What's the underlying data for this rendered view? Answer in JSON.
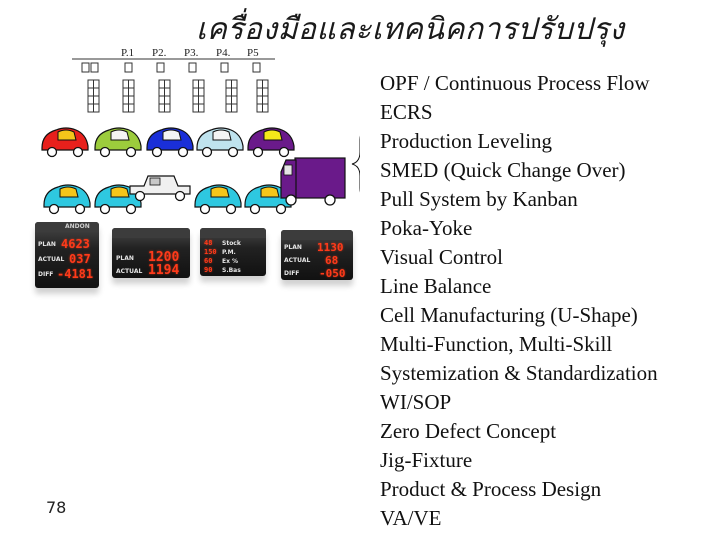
{
  "title": "เครื่องมือและเทคนิคการปรับปรุง",
  "process_labels": [
    "P.1",
    "P2.",
    "P3.",
    "P4.",
    "P5"
  ],
  "techniques": [
    "OPF / Continuous Process Flow",
    "ECRS",
    "Production Leveling",
    "SMED (Quick Change Over)",
    "Pull System by Kanban",
    "Poka-Yoke",
    "Visual Control",
    "Line Balance",
    "Cell Manufacturing (U-Shape)",
    "Multi-Function, Multi-Skill",
    "Systemization & Standardization",
    "WI/SOP",
    "Zero Defect Concept",
    "Jig-Fixture",
    "Product & Process Design",
    "VA/VE"
  ],
  "page_number": "78",
  "colors": {
    "car_row_1": [
      "#e8201c",
      "#9ccc3c",
      "#1a2fd8",
      "#bfe3ee",
      "#6a1a8a"
    ],
    "car_row_2": [
      "#2ec8e0",
      "#2ec8e0",
      "#2ec8e0",
      "#2ec8e0"
    ],
    "car_roof_1": [
      "#f4c61a",
      "#f4f4f4",
      "#f4f4f4",
      "#f4f4f4",
      "#f4e81a"
    ],
    "truck": "#6a1a8a",
    "led": "#ff3a1a"
  },
  "boards": [
    {
      "header": "ANDON",
      "rows": [
        {
          "label": "PLAN",
          "value": "4623"
        },
        {
          "label": "ACTUAL",
          "value": "037"
        },
        {
          "label": "DIFF",
          "value": "-4181"
        }
      ]
    },
    {
      "header": "",
      "rows": [
        {
          "label": "PLAN",
          "value": "1200"
        },
        {
          "label": "ACTUAL",
          "value": "1194"
        }
      ]
    },
    {
      "header": "",
      "rows": [
        {
          "label": "Stock",
          "value": "48"
        },
        {
          "label": "P.M.",
          "value": "150"
        },
        {
          "label": "Ex %",
          "value": "60"
        },
        {
          "label": "S.Bas",
          "value": "90"
        }
      ]
    },
    {
      "header": "",
      "rows": [
        {
          "label": "PLAN",
          "value": "1130"
        },
        {
          "label": "ACTUAL",
          "value": "68"
        },
        {
          "label": "DIFF",
          "value": "-050"
        }
      ]
    }
  ]
}
